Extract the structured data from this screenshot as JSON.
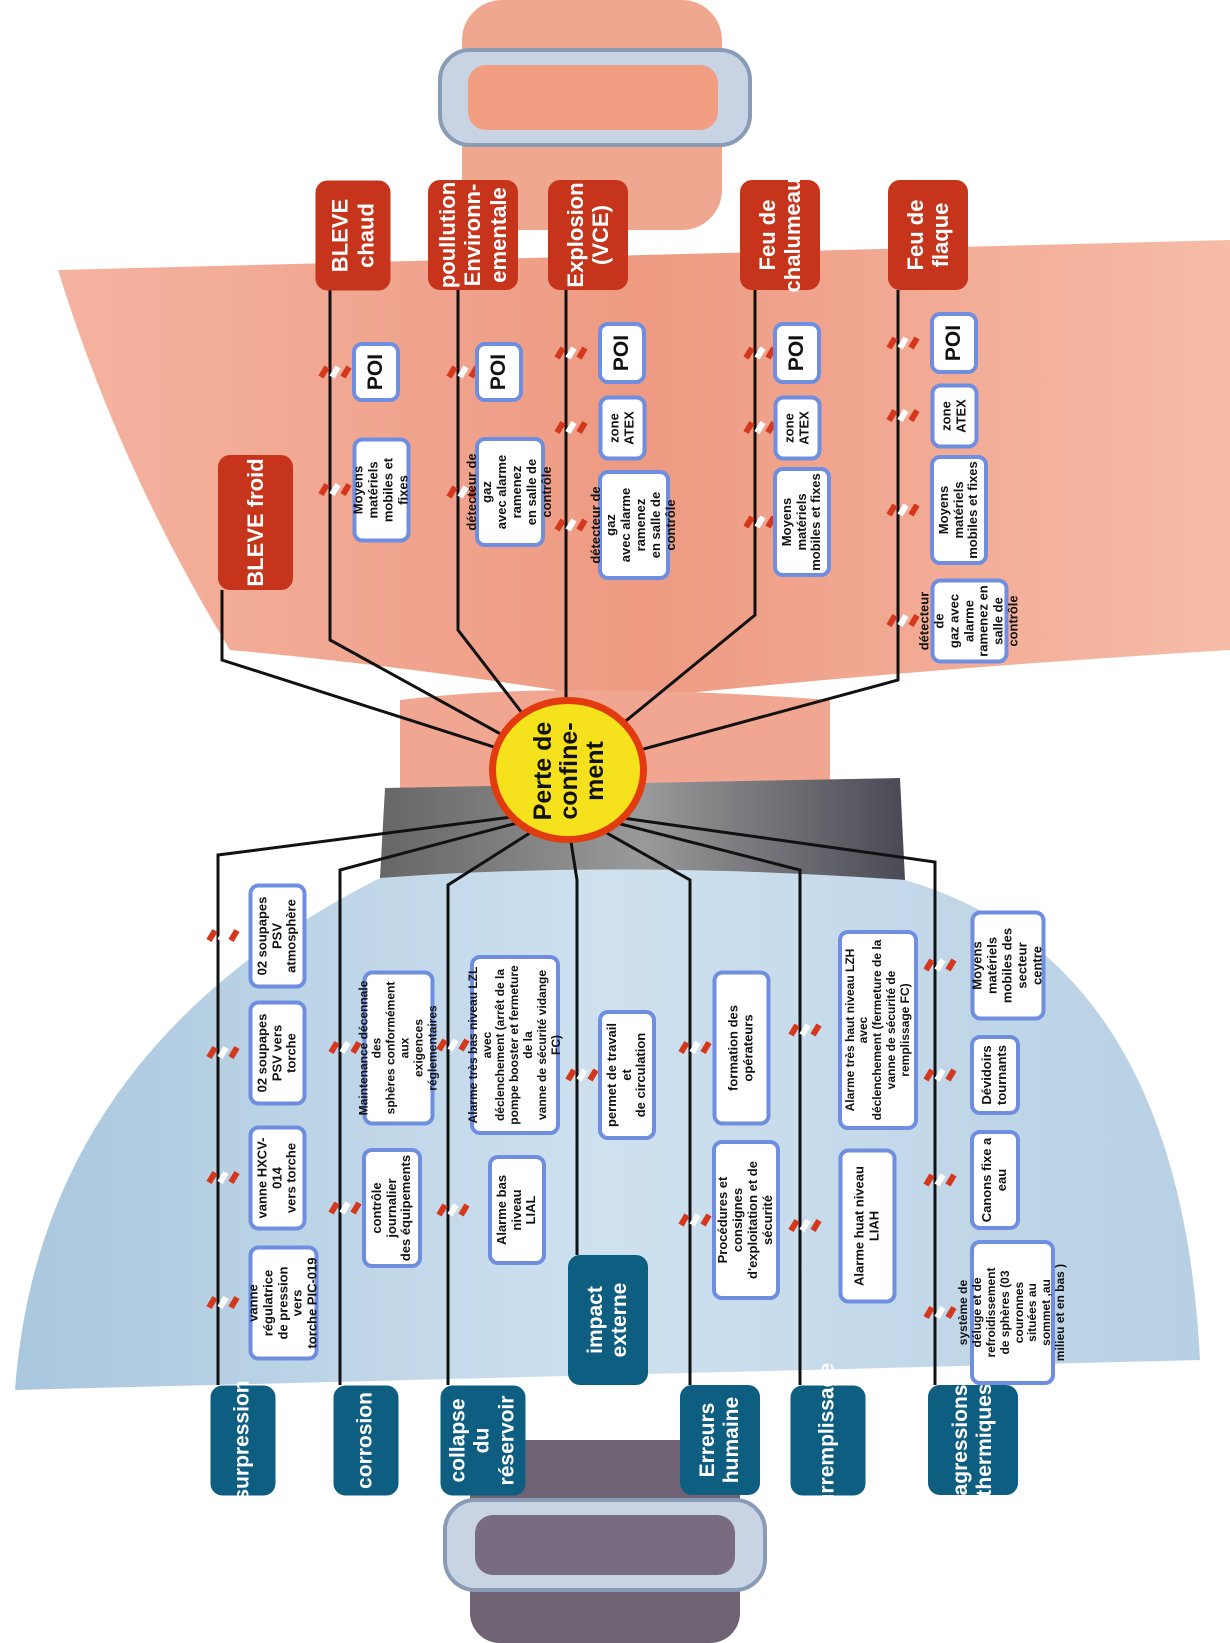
{
  "center_event": "Perte de\nconfine-\nment",
  "colors": {
    "consequence": "#c6341b",
    "cause": "#0e5e82",
    "barrier_border": "#6f8ee0",
    "center_fill": "#f6e21c",
    "center_ring": "#e23b0f"
  },
  "consequences": [
    {
      "id": "bleve-froid",
      "label": "BLEVE froid",
      "barriers": []
    },
    {
      "id": "bleve-chaud",
      "label": "BLEVE chaud",
      "barriers": [
        "POI",
        "Moyens matériels\nmobiles et fixes"
      ]
    },
    {
      "id": "poullution",
      "label": "poullution\nEnvironn-\nementale",
      "barriers": [
        "POI",
        "détecteur de gaz\navec alarme ramenez\nen salle de contrôle"
      ]
    },
    {
      "id": "explosion",
      "label": "Explosion\n(VCE)",
      "barriers": [
        "POI",
        "zone\nATEX",
        "détecteur de gaz\navec alarme ramenez\nen salle de contrôle"
      ]
    },
    {
      "id": "feu-chalumeau",
      "label": "Feu de\nchalumeau",
      "barriers": [
        "POI",
        "zone\nATEX",
        "Moyens matériels\nmobiles et fixes"
      ]
    },
    {
      "id": "feu-flaque",
      "label": "Feu de\nflaque",
      "barriers": [
        "POI",
        "zone\nATEX",
        "Moyens matériels\nmobiles et fixes",
        "détecteur de\ngaz avec alarme\nramenez en\nsalle de contrôle"
      ]
    }
  ],
  "causes": [
    {
      "id": "surpression",
      "label": "surpression",
      "barriers": [
        "02 soupapes\nPSV atmosphère",
        "02 soupapes\nPSV vers torche",
        "vanne HXCV-014\nvers torche",
        "vanne régulatrice\nde pression vers\ntorche PIC-019"
      ]
    },
    {
      "id": "corrosion",
      "label": "corrosion",
      "barriers": [
        "Maintenance décennale des\nsphères conformément aux\nexigences réglementaires",
        "contrôle journalier\ndes équipements"
      ]
    },
    {
      "id": "collapse",
      "label": "collapse du\nréservoir",
      "barriers": [
        "Alarme très bas niveau LZL avec\ndéclenchement (arrêt de la\npompe booster et fermeture de la\nvanne de sécurité vidange FC)",
        "Alarme bas niveau\nLIAL"
      ]
    },
    {
      "id": "impact",
      "label": "impact\nexterne",
      "barriers": [
        "permet de travail et\nde circulation"
      ]
    },
    {
      "id": "erreurs",
      "label": "Erreurs\nhumaine",
      "barriers": [
        "formation des opérateurs",
        "Procédures et consignes\nd'exploitation et de sécurité"
      ]
    },
    {
      "id": "surremplissage",
      "label": "surremplissage",
      "barriers": [
        "Alarme très haut niveau LZH avec\ndéclenchement (fermeture de la\nvanne de sécurité de remplissage FC)",
        "Alarme huat niveau LIAH"
      ]
    },
    {
      "id": "agressions",
      "label": "agressions\nthermiques",
      "barriers": [
        "Moyens matériels\nmobiles des secteur\ncentre",
        "Dévidoirs\ntournants",
        "Canons fixe a eau",
        "système de\ndéluge et de\nrefroidissement\nde sphères (03\ncouronnes\nsituées au\nsommet ,au\nmilieu et en bas )"
      ]
    }
  ]
}
